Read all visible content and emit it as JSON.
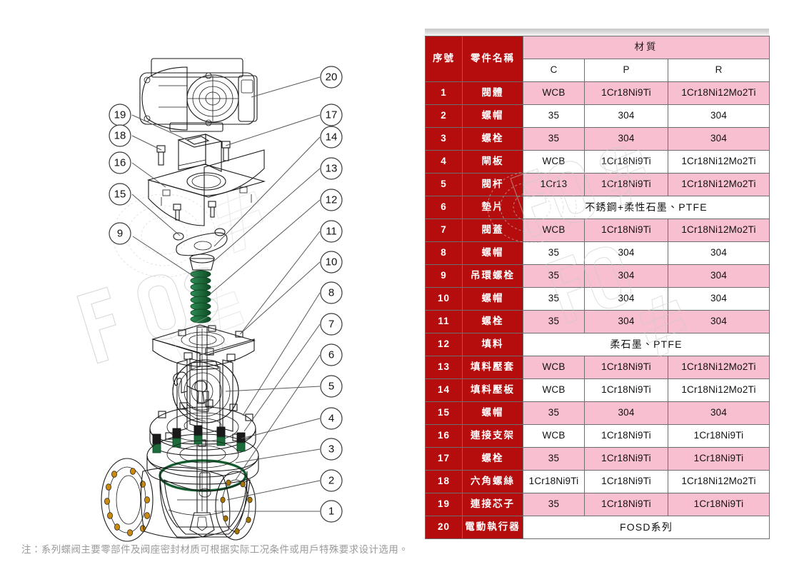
{
  "footnote": "注：系列蝶阀主要零部件及阀座密封材质可根据实际工况条件或用户特殊要求设计选用。",
  "table": {
    "header": {
      "seq": "序號",
      "part_name": "零件名稱",
      "material_group": "材質",
      "grade_c": "C",
      "grade_p": "P",
      "grade_r": "R"
    },
    "rows": [
      {
        "seq": "1",
        "name": "閥體",
        "c": "WCB",
        "p": "1Cr18Ni9Ti",
        "r": "1Cr18Ni12Mo2Ti",
        "span": null
      },
      {
        "seq": "2",
        "name": "螺帽",
        "c": "35",
        "p": "304",
        "r": "304",
        "span": null
      },
      {
        "seq": "3",
        "name": "螺栓",
        "c": "35",
        "p": "304",
        "r": "304",
        "span": null
      },
      {
        "seq": "4",
        "name": "閘板",
        "c": "WCB",
        "p": "1Cr18Ni9Ti",
        "r": "1Cr18Ni12Mo2Ti",
        "span": null
      },
      {
        "seq": "5",
        "name": "閥杆",
        "c": "1Cr13",
        "p": "1Cr18Ni9Ti",
        "r": "1Cr18Ni12Mo2Ti",
        "span": null
      },
      {
        "seq": "6",
        "name": "墊片",
        "c": null,
        "p": null,
        "r": null,
        "span": "不銹鋼+柔性石墨、PTFE"
      },
      {
        "seq": "7",
        "name": "閥蓋",
        "c": "WCB",
        "p": "1Cr18Ni9Ti",
        "r": "1Cr18Ni12Mo2Ti",
        "span": null
      },
      {
        "seq": "8",
        "name": "螺帽",
        "c": "35",
        "p": "304",
        "r": "304",
        "span": null
      },
      {
        "seq": "9",
        "name": "吊環螺栓",
        "c": "35",
        "p": "304",
        "r": "304",
        "span": null
      },
      {
        "seq": "10",
        "name": "螺帽",
        "c": "35",
        "p": "304",
        "r": "304",
        "span": null
      },
      {
        "seq": "11",
        "name": "螺栓",
        "c": "35",
        "p": "304",
        "r": "304",
        "span": null
      },
      {
        "seq": "12",
        "name": "填料",
        "c": null,
        "p": null,
        "r": null,
        "span": "柔石墨、PTFE"
      },
      {
        "seq": "13",
        "name": "填料壓套",
        "c": "WCB",
        "p": "1Cr18Ni9Ti",
        "r": "1Cr18Ni12Mo2Ti",
        "span": null
      },
      {
        "seq": "14",
        "name": "填料壓板",
        "c": "WCB",
        "p": "1Cr18Ni9Ti",
        "r": "1Cr18Ni12Mo2Ti",
        "span": null
      },
      {
        "seq": "15",
        "name": "螺帽",
        "c": "35",
        "p": "304",
        "r": "304",
        "span": null
      },
      {
        "seq": "16",
        "name": "連接支架",
        "c": "WCB",
        "p": "1Cr18Ni9Ti",
        "r": "1Cr18Ni9Ti",
        "span": null
      },
      {
        "seq": "17",
        "name": "螺栓",
        "c": "35",
        "p": "1Cr18Ni9Ti",
        "r": "1Cr18Ni9Ti",
        "span": null
      },
      {
        "seq": "18",
        "name": "六角螺絲",
        "c": "1Cr18Ni9Ti",
        "p": "1Cr18Ni9Ti",
        "r": "1Cr18Ni12Mo2Ti",
        "span": null
      },
      {
        "seq": "19",
        "name": "連接芯子",
        "c": "35",
        "p": "1Cr18Ni9Ti",
        "r": "1Cr18Ni9Ti",
        "span": null
      },
      {
        "seq": "20",
        "name": "電動執行器",
        "c": null,
        "p": null,
        "r": null,
        "span": "FOSD系列"
      }
    ]
  },
  "diagram": {
    "callouts_left": [
      "19",
      "18",
      "16",
      "15",
      "9"
    ],
    "callouts_right": [
      "20",
      "17",
      "14",
      "13",
      "12",
      "11",
      "10",
      "8",
      "7",
      "6",
      "5",
      "4",
      "3",
      "2",
      "1"
    ],
    "watermark_text": "FOS"
  },
  "colors": {
    "header_red": "#b50d0d",
    "row_pink": "#f8bfd0",
    "body_orange": "#f5a623",
    "part_blue": "#2da9e1",
    "seal_green": "#1d6b3a",
    "actuator_grey": "#e3e0d4"
  }
}
